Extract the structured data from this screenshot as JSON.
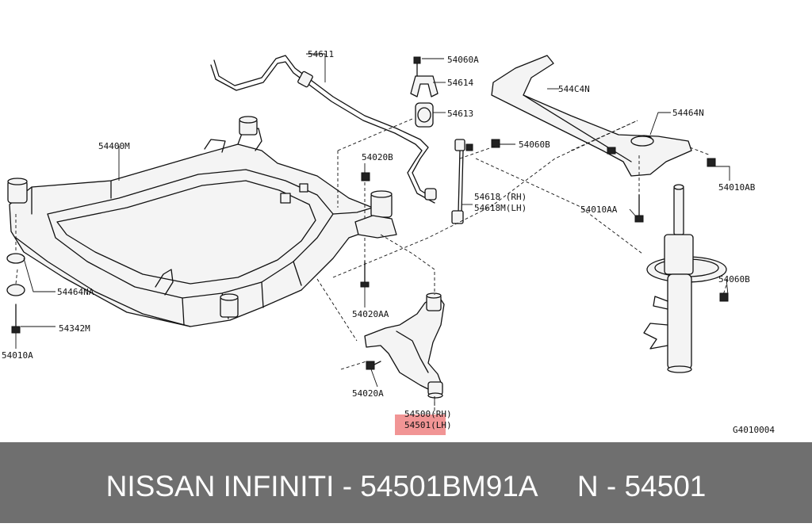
{
  "diagram": {
    "code": "G4010004",
    "highlight_color": "#f08a8a",
    "parts": [
      {
        "id": "p54611",
        "label": "54611"
      },
      {
        "id": "p54060A",
        "label": "54060A"
      },
      {
        "id": "p54614",
        "label": "54614"
      },
      {
        "id": "p54613",
        "label": "54613"
      },
      {
        "id": "p544C4N",
        "label": "544C4N"
      },
      {
        "id": "p54464N",
        "label": "54464N"
      },
      {
        "id": "p54400M",
        "label": "54400M"
      },
      {
        "id": "p54020B",
        "label": "54020B"
      },
      {
        "id": "p54060B_top",
        "label": "54060B"
      },
      {
        "id": "p54010AB",
        "label": "54010AB"
      },
      {
        "id": "p54618_rh",
        "label": "54618 (RH)"
      },
      {
        "id": "p54618M_lh",
        "label": "54618M(LH)"
      },
      {
        "id": "p54010AA",
        "label": "54010AA"
      },
      {
        "id": "p54060B_strut",
        "label": "54060B"
      },
      {
        "id": "p54464NA",
        "label": "54464NA"
      },
      {
        "id": "p54342M",
        "label": "54342M"
      },
      {
        "id": "p54010A",
        "label": "54010A"
      },
      {
        "id": "p54020AA",
        "label": "54020AA"
      },
      {
        "id": "p54020A",
        "label": "54020A"
      },
      {
        "id": "p54500_rh",
        "label": "54500(RH)"
      },
      {
        "id": "p54501_lh",
        "label": "54501(LH)"
      }
    ]
  },
  "footer": {
    "title": "NISSAN INFINITI - 54501BM91A     N - 54501",
    "background": "#6f6f6f"
  }
}
